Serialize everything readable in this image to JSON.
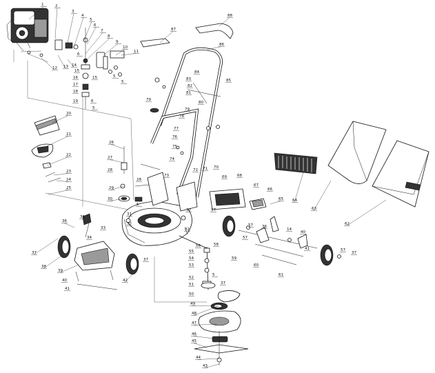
{
  "title": "",
  "labels": {
    "p1": "1",
    "p2": "2",
    "p3": "3",
    "p4": "4",
    "p5a": "5",
    "p5b": "5",
    "p5c": "5",
    "p5d": "5",
    "p5e": "5",
    "p5f": "5",
    "p6a": "6",
    "p6b": "6",
    "p6c": "6",
    "p7": "7",
    "p8": "8",
    "p9": "9",
    "p10": "10",
    "p11": "11",
    "p12": "12",
    "p13": "13",
    "p14a": "14",
    "p14b": "14",
    "p15a": "15",
    "p15b": "15",
    "p16": "16",
    "p17": "17",
    "p18": "18",
    "p19": "19",
    "p20": "20",
    "p21": "21",
    "p22": "22",
    "p23": "23",
    "p24": "24",
    "p25": "25",
    "p26": "26",
    "p27": "27",
    "p28a": "28",
    "p28b": "28",
    "p29": "29",
    "p30": "30",
    "p31": "31",
    "p32a": "32",
    "p32b": "32",
    "p32c": "32",
    "p33": "33",
    "p34": "34",
    "p35": "35",
    "p36a": "36",
    "p36b": "36",
    "p37a": "37",
    "p37b": "37",
    "p37c": "37",
    "p37d": "37",
    "p37e": "37",
    "p38": "38",
    "p39": "39",
    "p40a": "40",
    "p40b": "40",
    "p41a": "41",
    "p41b": "41",
    "p42": "42",
    "p43": "43",
    "p44": "44",
    "p45": "45",
    "p46": "46",
    "p47": "47",
    "p48": "48",
    "p49": "49",
    "p50": "50",
    "p51": "51",
    "p52": "52",
    "p53": "53",
    "p54": "54",
    "p55": "55",
    "p56": "56",
    "p57a": "57",
    "p57b": "57",
    "p57c": "57",
    "p58": "58",
    "p59": "59",
    "p60": "60",
    "p61": "61",
    "p62": "62",
    "p63": "63",
    "p64": "64",
    "p65": "65",
    "p66": "66",
    "p67": "67",
    "p68": "68",
    "p69": "69",
    "p70": "70",
    "p71": "71",
    "p72": "72",
    "p73": "73",
    "p74": "74",
    "p75": "75",
    "p76": "76",
    "p77": "77",
    "p78": "78",
    "p79a": "79",
    "p79b": "79",
    "p80": "80",
    "p81": "81",
    "p82": "82",
    "p83": "83",
    "p84": "84",
    "p85": "85",
    "p86": "86",
    "p87": "87",
    "p88": "88"
  }
}
